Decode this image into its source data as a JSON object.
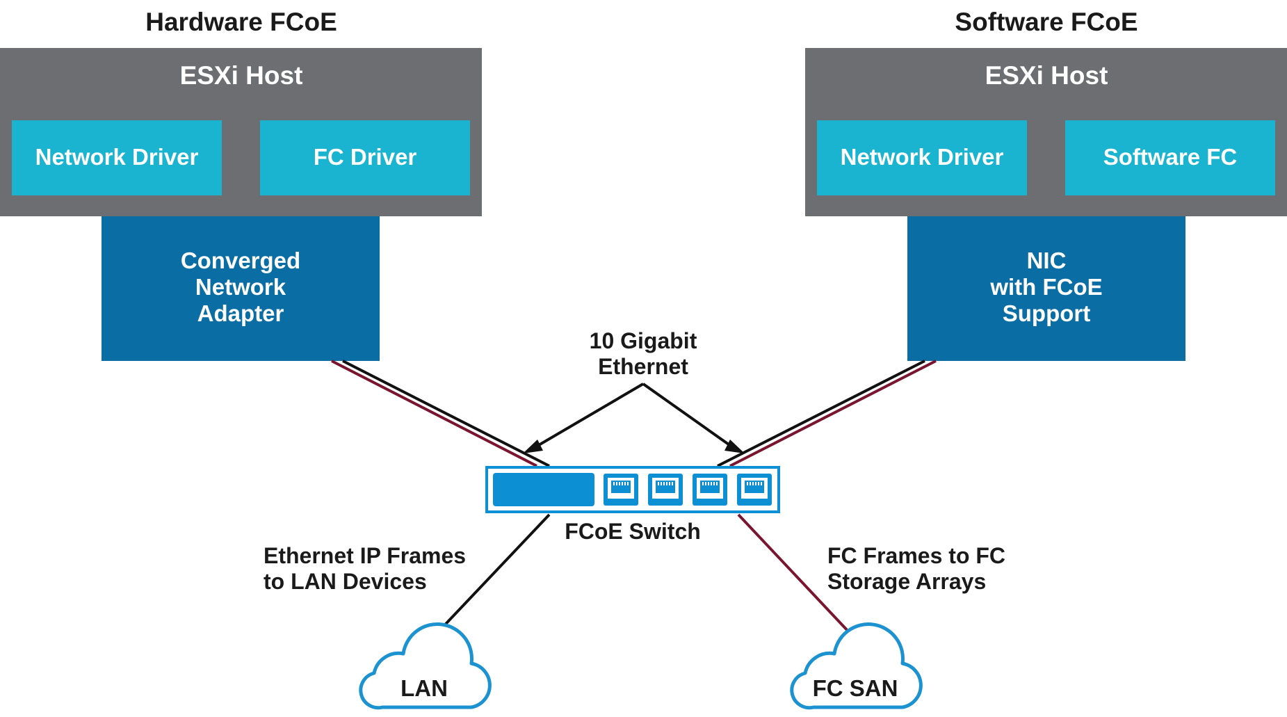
{
  "hardware": {
    "section_title": "Hardware FCoE",
    "host_title": "ESXi Host",
    "driver_left": "Network Driver",
    "driver_right": "FC Driver",
    "adapter_lines": [
      "Converged",
      "Network",
      "Adapter"
    ]
  },
  "software": {
    "section_title": "Software FCoE",
    "host_title": "ESXi Host",
    "driver_left": "Network Driver",
    "driver_right": "Software FC",
    "adapter_lines": [
      "NIC",
      "with FCoE",
      "Support"
    ]
  },
  "link_label_lines": [
    "10 Gigabit",
    "Ethernet"
  ],
  "switch_label": "FCoE Switch",
  "lan_label_lines": [
    "Ethernet IP Frames",
    "to LAN Devices"
  ],
  "fc_label_lines": [
    "FC Frames to FC",
    "Storage Arrays"
  ],
  "clouds": {
    "lan": "LAN",
    "fc_san": "FC SAN"
  },
  "colors": {
    "host_gray": "#6d6e71",
    "driver_cyan": "#1ab4d0",
    "adapter_blue": "#0a6ea5",
    "switch_blue": "#0d8fd3",
    "fc_line": "#7a1530",
    "eth_line": "#111111",
    "cloud_outline": "#1c93d0"
  }
}
